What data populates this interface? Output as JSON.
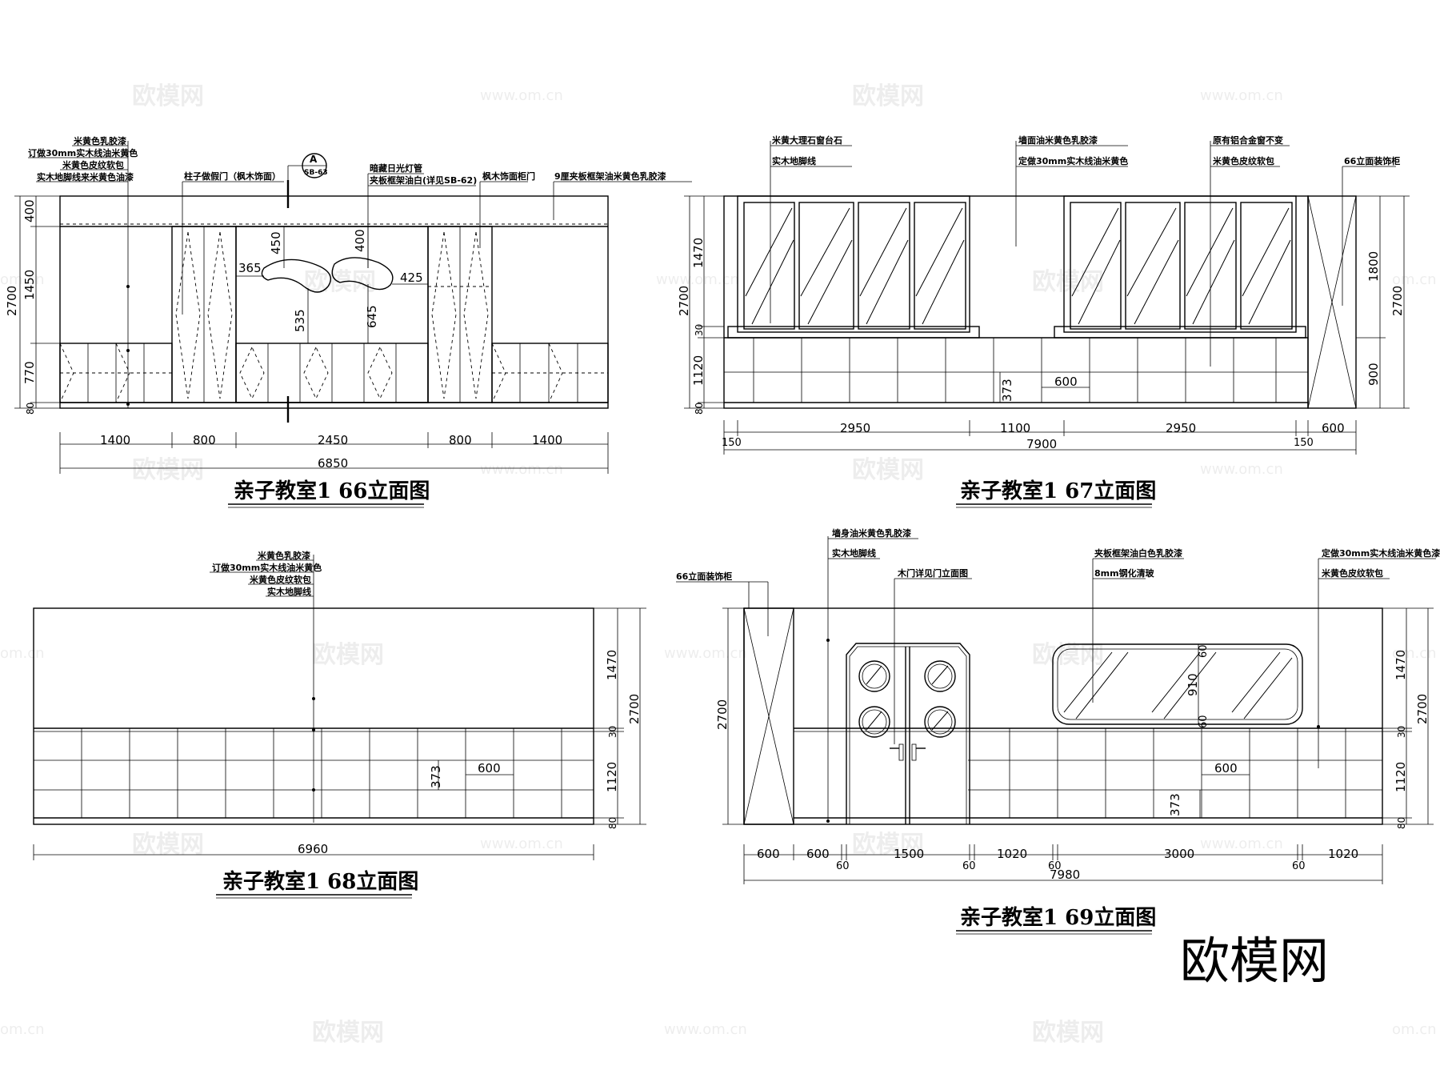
{
  "watermark": {
    "cn": "欧模网",
    "url": "www.om.cn",
    "url_left": "om.cn",
    "brand": "欧模网"
  },
  "panel66": {
    "title": "亲子教室1 66立面图",
    "section_tag": "A",
    "section_ref": "SB-63",
    "labels_left": [
      "米黄色乳胶漆",
      "订做30mm实木线油米黄色",
      "米黄色皮纹软包",
      "实木地脚线来米黄色油漆"
    ],
    "label_col_door": "柱子做假门（枫木饰面）",
    "label_light": "暗藏日光灯管",
    "label_frame": "夹板框架油白(详见SB-62)",
    "label_cabinet": "枫木饰面柜门",
    "label_board": "9厘夹板框架油米黄色乳胶漆",
    "vdims": [
      "400",
      "1450",
      "770",
      "80",
      "2700"
    ],
    "inner_dims": [
      "450",
      "400",
      "365",
      "425",
      "535",
      "645"
    ],
    "hdims": [
      "1400",
      "800",
      "2450",
      "800",
      "1400"
    ],
    "total": "6850"
  },
  "panel67": {
    "title": "亲子教室1 67立面图",
    "labels_left": [
      "米黄大理石窗台石",
      "实木地脚线"
    ],
    "labels_mid": [
      "墙面油米黄色乳胶漆",
      "定做30mm实木线油米黄色"
    ],
    "labels_right": [
      "原有铝合金窗不变",
      "米黄色皮纹软包"
    ],
    "label_cabinet": "66立面装饰柜",
    "vdims_left": [
      "1470",
      "30",
      "1120",
      "80",
      "2700"
    ],
    "vdims_right": [
      "1800",
      "900",
      "2700"
    ],
    "inner_dims": [
      "373",
      "600"
    ],
    "hdims": [
      "150",
      "2950",
      "1100",
      "2950",
      "150",
      "600"
    ],
    "total": "7900"
  },
  "panel68": {
    "title": "亲子教室1 68立面图",
    "labels": [
      "米黄色乳胶漆",
      "订做30mm实木线油米黄色",
      "米黄色皮纹软包",
      "实木地脚线"
    ],
    "vdims": [
      "1470",
      "30",
      "1120",
      "80",
      "2700"
    ],
    "inner_dims": [
      "373",
      "600"
    ],
    "total": "6960"
  },
  "panel69": {
    "title": "亲子教室1 69立面图",
    "label_cabinet": "66立面装饰柜",
    "labels_door": [
      "墙身油米黄色乳胶漆",
      "实木地脚线",
      "木门详见门立面图"
    ],
    "labels_mirror": [
      "夹板框架油白色乳胶漆",
      "8mm钢化清玻"
    ],
    "labels_right": [
      "定做30mm实木线油米黄色漆",
      "米黄色皮纹软包"
    ],
    "mirror_dims": [
      "60",
      "910",
      "60"
    ],
    "inner_dims": [
      "373",
      "600"
    ],
    "vdims_left": [
      "2700"
    ],
    "vdims_right": [
      "1470",
      "30",
      "1120",
      "80",
      "2700"
    ],
    "hdims": [
      "600",
      "600",
      "1500",
      "1020",
      "3000",
      "1020"
    ],
    "hdims_small": [
      "60",
      "60",
      "60",
      "60"
    ],
    "total": "7980"
  }
}
